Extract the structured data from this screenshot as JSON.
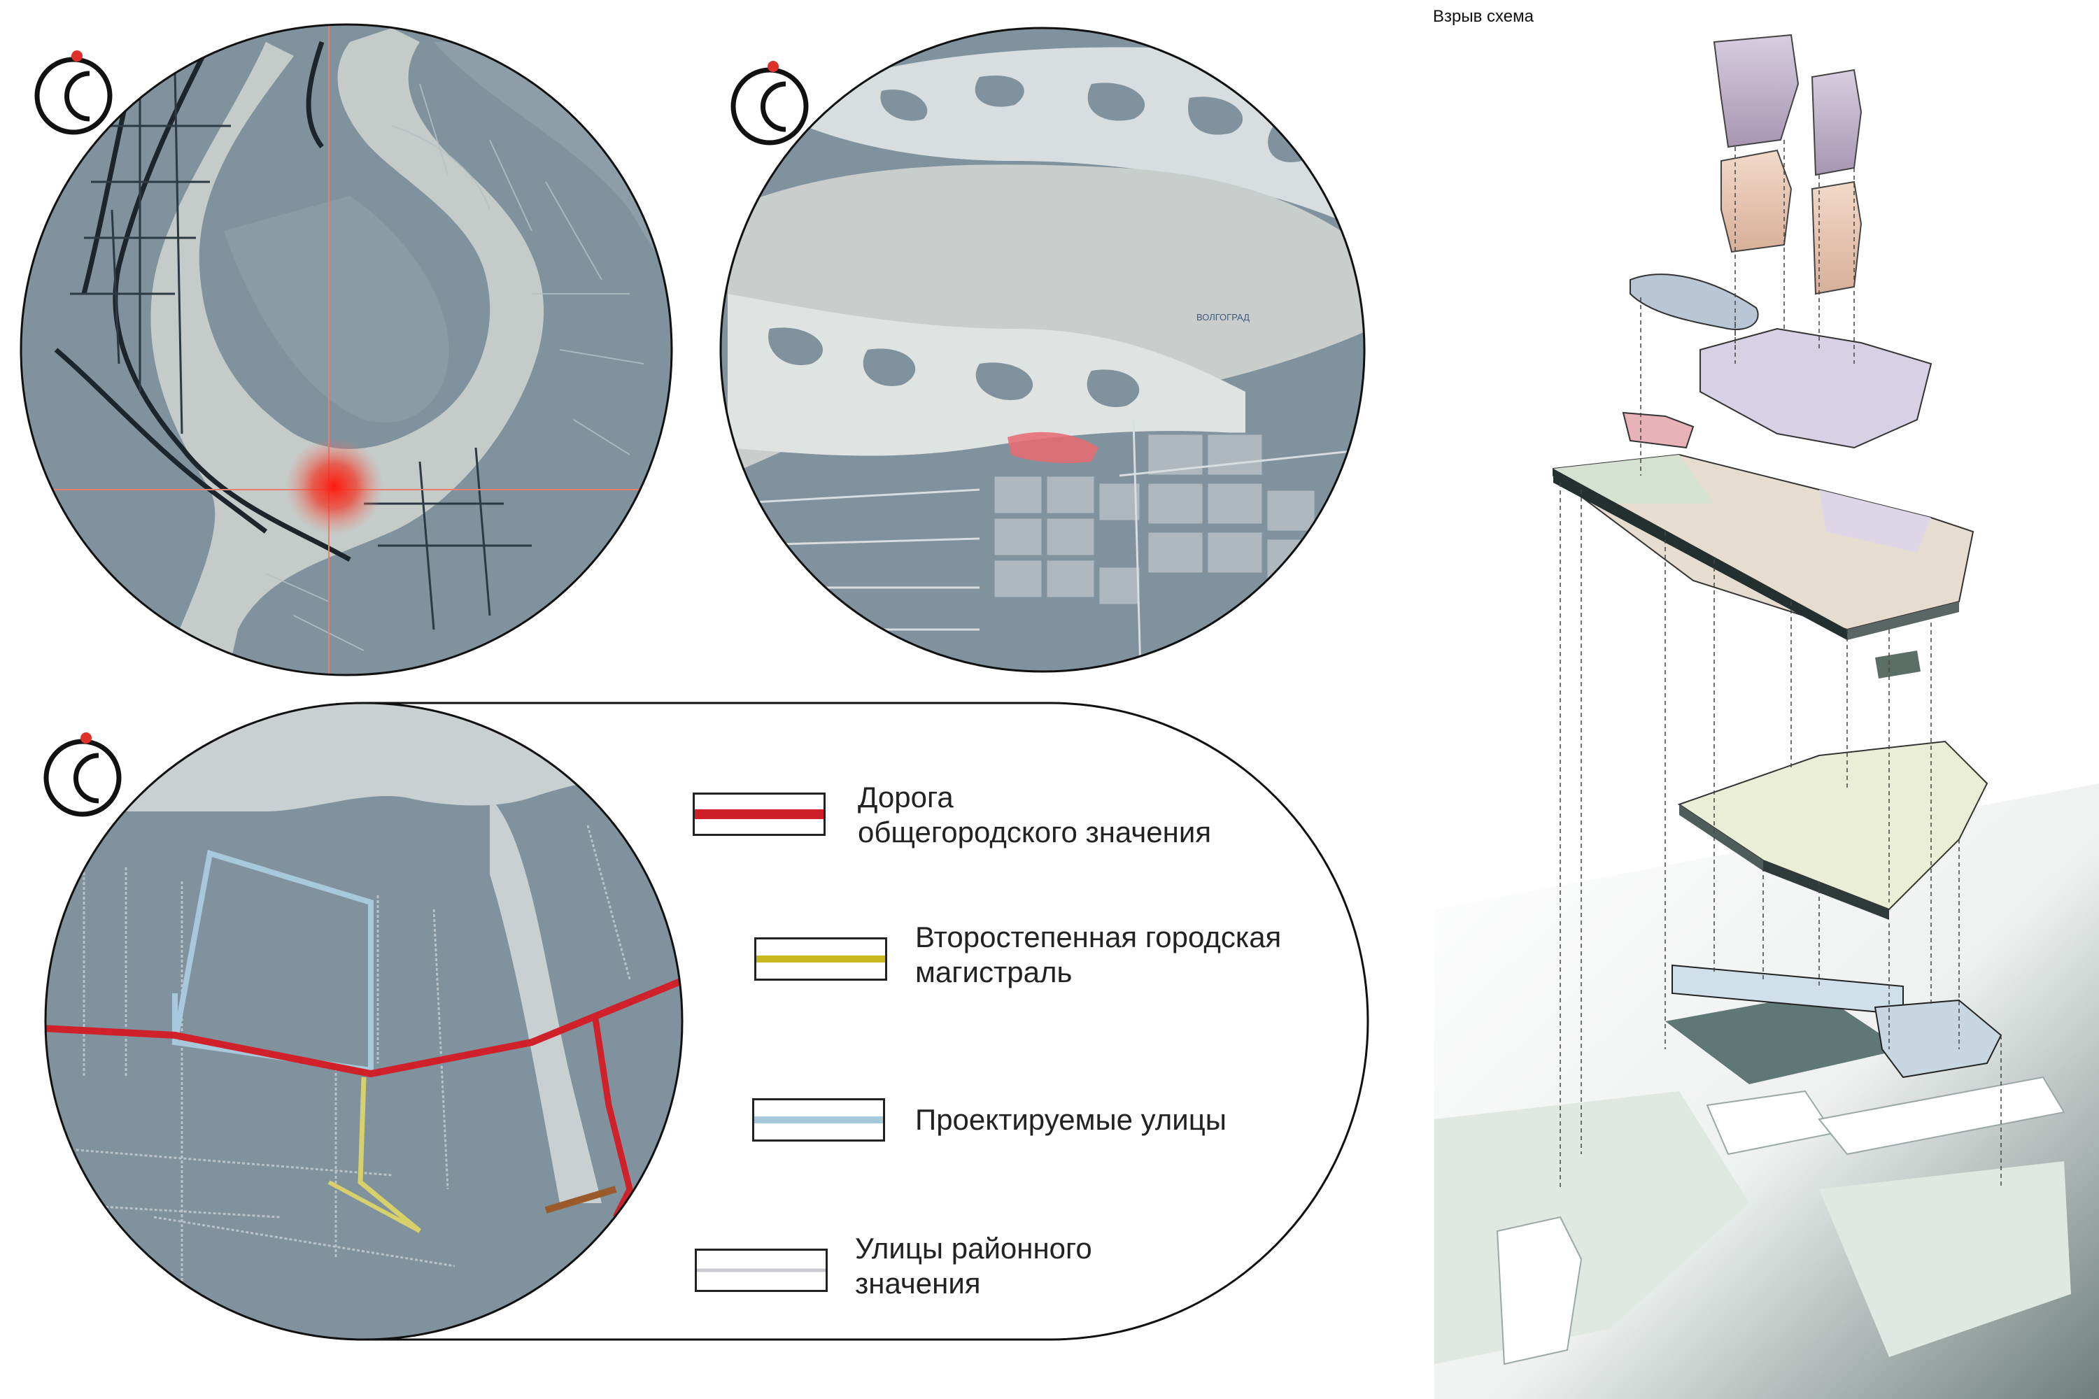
{
  "explode": {
    "title": "Взрыв схема"
  },
  "map_labels": {
    "city": "ВОЛГОГРАД"
  },
  "legend": {
    "items": [
      {
        "line1": "Дорога",
        "line2": "общегородского значения",
        "color": "#d0202a"
      },
      {
        "line1": "Второстепенная городская",
        "line2": "магистраль",
        "color": "#c8b820"
      },
      {
        "line1": "Проектируемые улицы",
        "line2": "",
        "color": "#a8c8dc"
      },
      {
        "line1": "Улицы районного",
        "line2": "значения",
        "color": "#c8ccd0"
      }
    ]
  },
  "colors": {
    "map_water": "#c9cfcf",
    "map_land": "#7d8f9b",
    "road_major": "#d0202a",
    "road_secondary": "#d8d06a",
    "road_planned": "#a8c8dc",
    "logo_dot": "#e0302a"
  }
}
